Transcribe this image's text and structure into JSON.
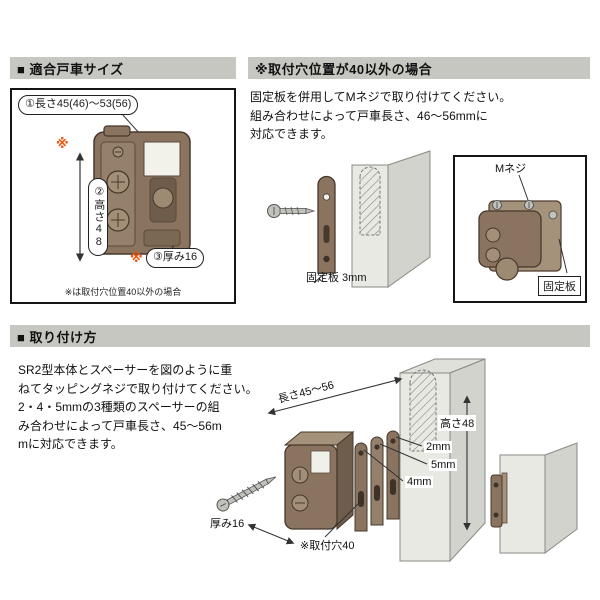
{
  "colors": {
    "header_bg": "#c7c7c2",
    "accent_mark": "#ea5514",
    "product_brown": "#8a7460",
    "door_panel_gray": "#e9e9e3"
  },
  "size_panel": {
    "header": "■ 適合戸車サイズ",
    "length_label": "①長さ45(46)～53(56)",
    "height_label": "②高さ48",
    "thickness_label": "③厚み16",
    "mark": "※",
    "footnote": "※は取付穴位置40以外の場合"
  },
  "hole_panel": {
    "header": "※取付穴位置が40以外の場合",
    "body_lines": [
      "固定板を併用してMネジで取り付けてください。",
      "組み合わせによって戸車長さ、46～56mmに",
      "対応できます。"
    ],
    "plate_size_label": "固定板 3mm",
    "m_screw_label": "Mネジ",
    "plate_label": "固定板"
  },
  "install_panel": {
    "header": "■ 取り付け方",
    "body_lines": [
      "SR2型本体とスペーサーを図のように重",
      "ねてタッピングネジで取り付けてください。",
      "2・4・5mmの3種類のスペーサーの組",
      "み合わせによって戸車長さ、45～56m",
      "mに対応できます。"
    ],
    "length_label": "長さ45～56",
    "height_label": "高さ48",
    "spacer2_label": "2mm",
    "spacer5_label": "5mm",
    "spacer4_label": "4mm",
    "thickness_label": "厚み16",
    "hole_label": "※取付穴40"
  }
}
